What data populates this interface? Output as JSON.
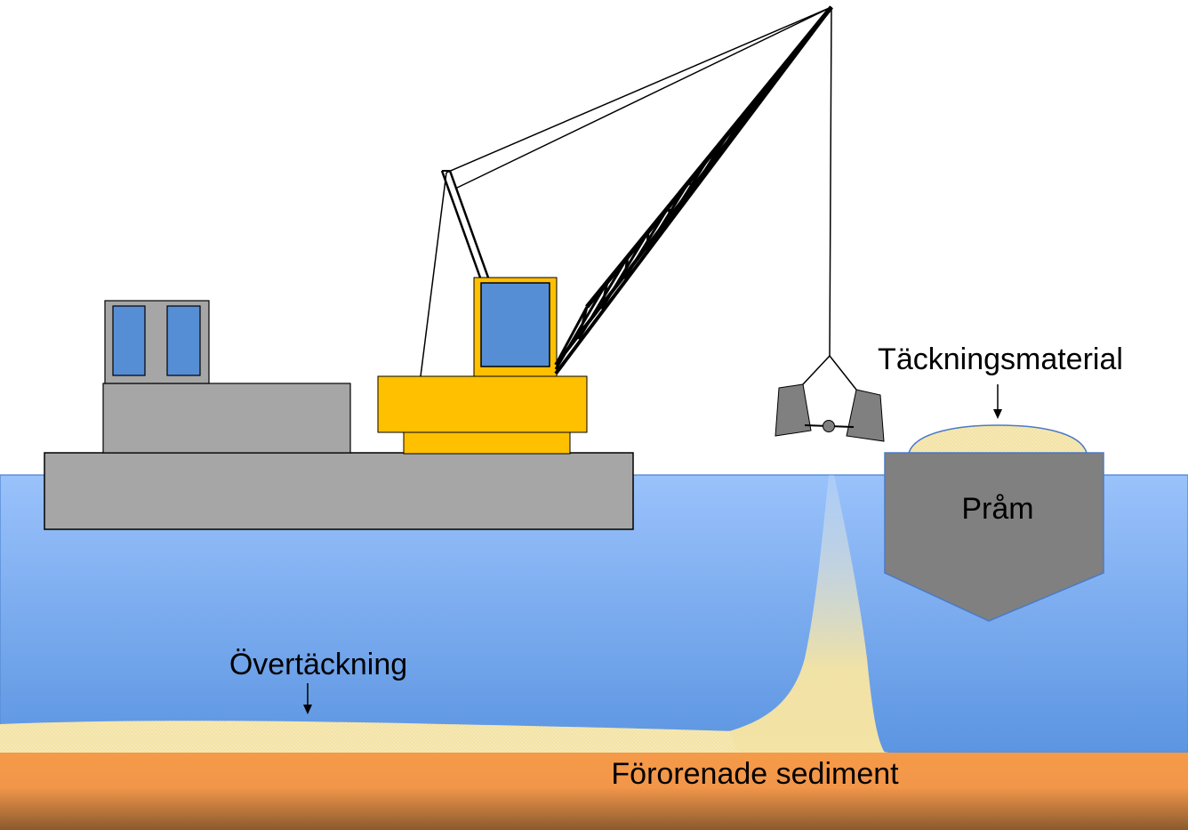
{
  "labels": {
    "cover_material": "Täckningsmaterial",
    "barge": "Pråm",
    "capping": "Övertäckning",
    "sediment": "Förorenade sediment"
  },
  "colors": {
    "sky": "#ffffff",
    "water_top": "#9ac2fb",
    "water_bottom": "#5c95e2",
    "water_edge": "#5b8fd6",
    "sediment_top": "#f59a48",
    "sediment_bottom": "#8a5a2e",
    "sand": "#f3e3a4",
    "sand_speckle": "#ffffff",
    "hull_gray": "#a6a6a6",
    "dark_gray": "#808080",
    "crane_yellow": "#ffc000",
    "window_blue": "#558ed5",
    "outline": "#000000"
  },
  "icons": {
    "grab": "clamshell-grab-icon",
    "crane": "lattice-crane-icon",
    "barge": "barge-hull-icon"
  }
}
